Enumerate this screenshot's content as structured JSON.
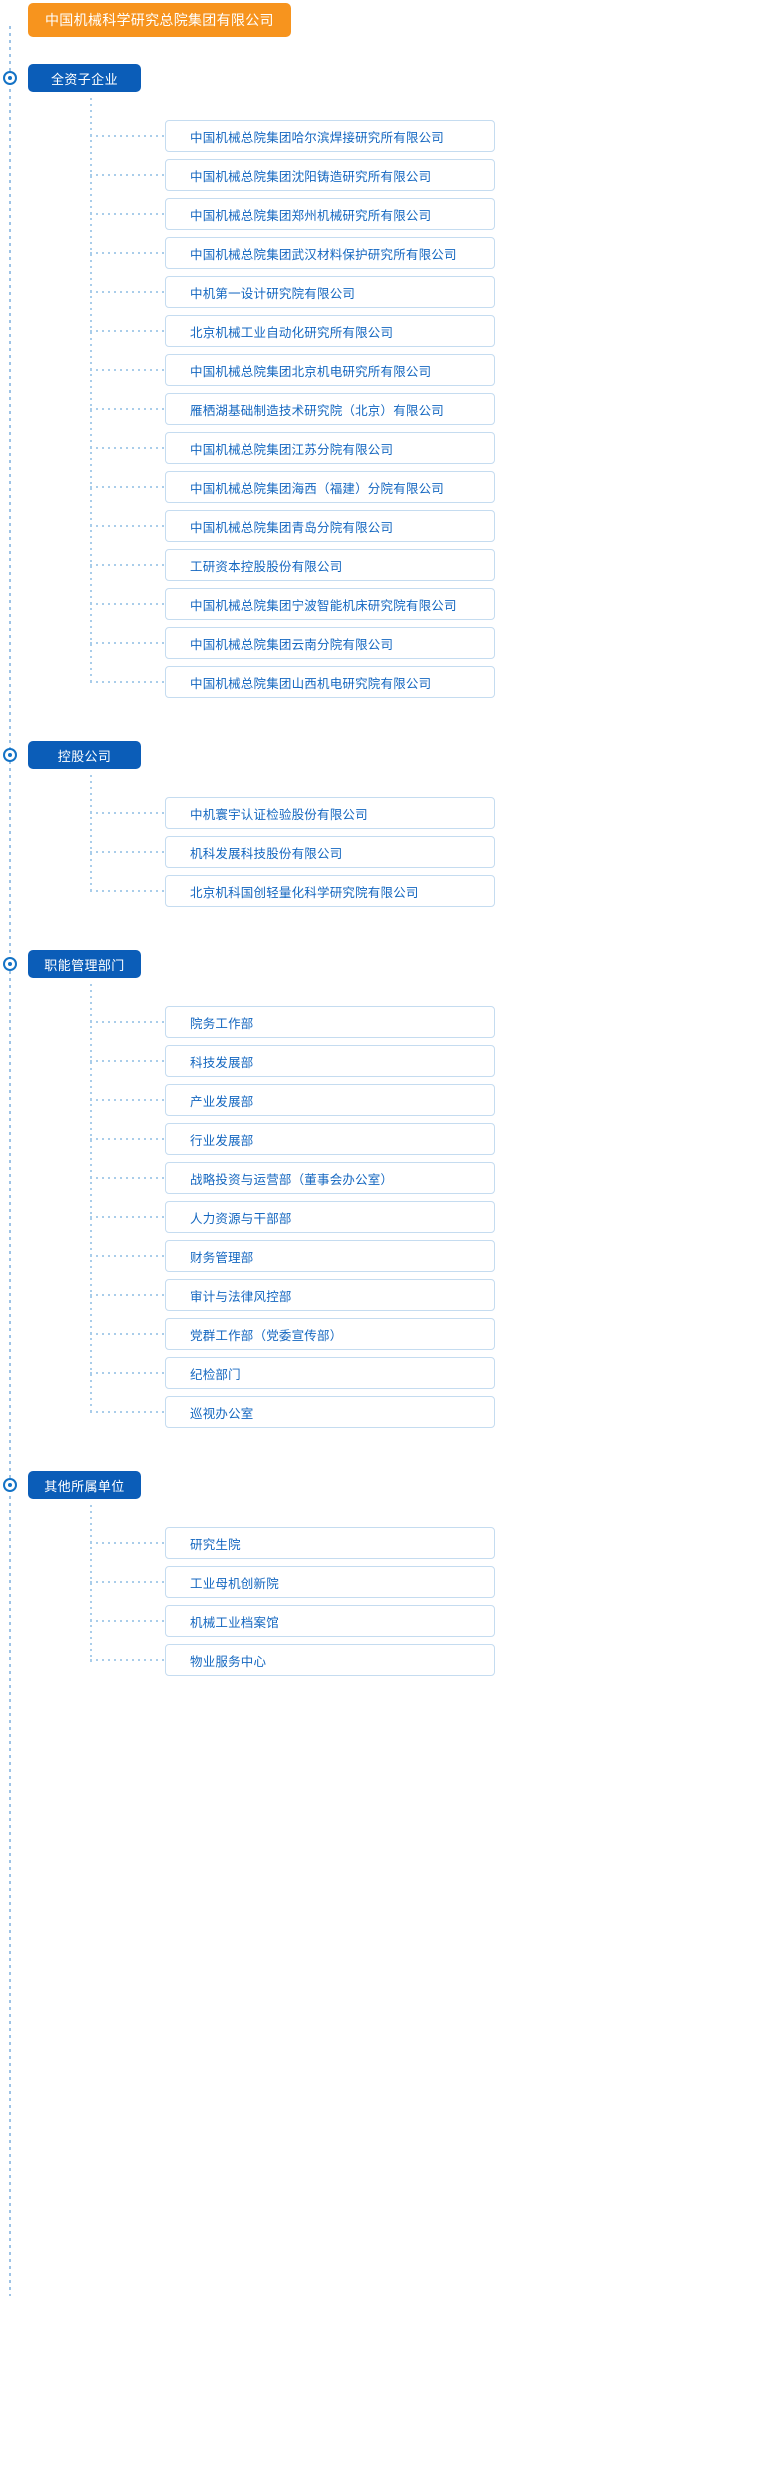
{
  "root": {
    "label": "中国机械科学研究总院集团有限公司",
    "color": "#F7941E"
  },
  "theme": {
    "section_color": "#0B5DB8",
    "item_text_color": "#1467C0",
    "item_border_color": "#c5dcf0",
    "rail_color": "#a9cdea",
    "marker_color": "#1473C6"
  },
  "sections": [
    {
      "title": "全资子企业",
      "marker": "radio-marker-icon",
      "items": [
        "中国机械总院集团哈尔滨焊接研究所有限公司",
        "中国机械总院集团沈阳铸造研究所有限公司",
        "中国机械总院集团郑州机械研究所有限公司",
        "中国机械总院集团武汉材料保护研究所有限公司",
        "中机第一设计研究院有限公司",
        "北京机械工业自动化研究所有限公司",
        "中国机械总院集团北京机电研究所有限公司",
        "雁栖湖基础制造技术研究院（北京）有限公司",
        "中国机械总院集团江苏分院有限公司",
        "中国机械总院集团海西（福建）分院有限公司",
        "中国机械总院集团青岛分院有限公司",
        "工研资本控股股份有限公司",
        "中国机械总院集团宁波智能机床研究院有限公司",
        "中国机械总院集团云南分院有限公司",
        "中国机械总院集团山西机电研究院有限公司"
      ]
    },
    {
      "title": "控股公司",
      "marker": "radio-marker-icon",
      "items": [
        "中机寰宇认证检验股份有限公司",
        "机科发展科技股份有限公司",
        "北京机科国创轻量化科学研究院有限公司"
      ]
    },
    {
      "title": "职能管理部门",
      "marker": "radio-marker-icon",
      "items": [
        "院务工作部",
        "科技发展部",
        "产业发展部",
        "行业发展部",
        "战略投资与运营部（董事会办公室）",
        "人力资源与干部部",
        "财务管理部",
        "审计与法律风控部",
        "党群工作部（党委宣传部）",
        "纪检部门",
        "巡视办公室"
      ]
    },
    {
      "title": "其他所属单位",
      "marker": "radio-marker-icon",
      "items": [
        "研究生院",
        "工业母机创新院",
        "机械工业档案馆",
        "物业服务中心"
      ]
    }
  ]
}
